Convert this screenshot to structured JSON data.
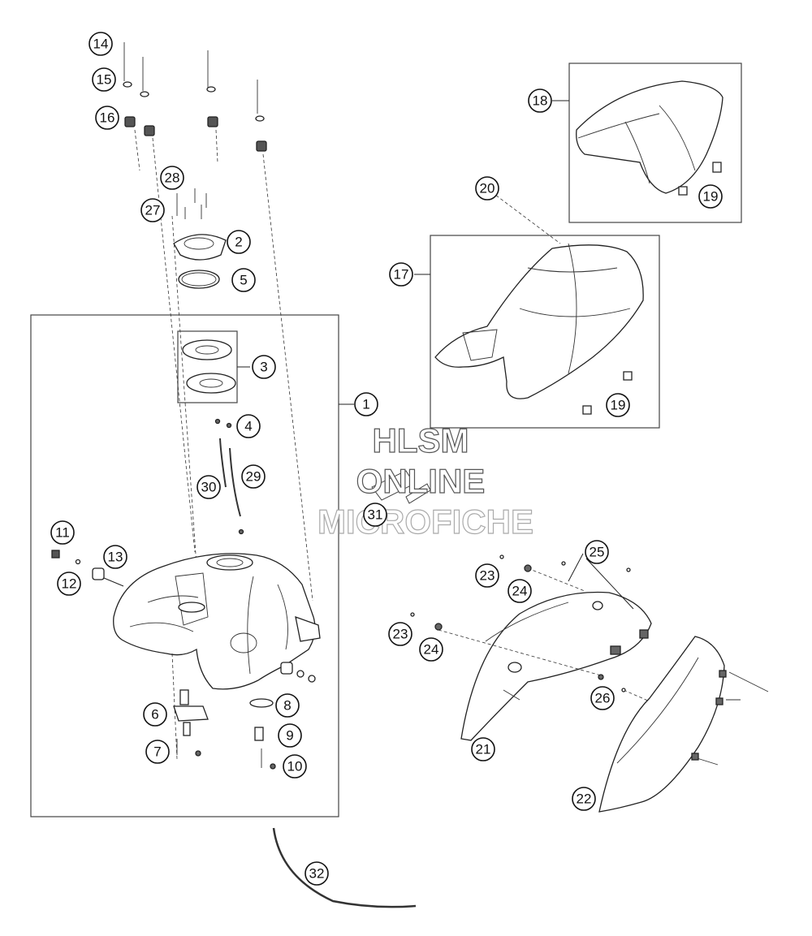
{
  "watermark": {
    "line1": "HLSM",
    "line2": "ONLINE",
    "line3": "MICROFICHE"
  },
  "callouts": [
    {
      "id": "14",
      "label": "14"
    },
    {
      "id": "15",
      "label": "15"
    },
    {
      "id": "16",
      "label": "16"
    },
    {
      "id": "28",
      "label": "28"
    },
    {
      "id": "27",
      "label": "27"
    },
    {
      "id": "2",
      "label": "2"
    },
    {
      "id": "5",
      "label": "5"
    },
    {
      "id": "3",
      "label": "3"
    },
    {
      "id": "1",
      "label": "1"
    },
    {
      "id": "4",
      "label": "4"
    },
    {
      "id": "30",
      "label": "30"
    },
    {
      "id": "29",
      "label": "29"
    },
    {
      "id": "11",
      "label": "11"
    },
    {
      "id": "13",
      "label": "13"
    },
    {
      "id": "12",
      "label": "12"
    },
    {
      "id": "6",
      "label": "6"
    },
    {
      "id": "7",
      "label": "7"
    },
    {
      "id": "8",
      "label": "8"
    },
    {
      "id": "9",
      "label": "9"
    },
    {
      "id": "10",
      "label": "10"
    },
    {
      "id": "32",
      "label": "32"
    },
    {
      "id": "18",
      "label": "18"
    },
    {
      "id": "19a",
      "label": "19"
    },
    {
      "id": "20",
      "label": "20"
    },
    {
      "id": "17",
      "label": "17"
    },
    {
      "id": "19b",
      "label": "19"
    },
    {
      "id": "31",
      "label": "31"
    },
    {
      "id": "25",
      "label": "25"
    },
    {
      "id": "23a",
      "label": "23"
    },
    {
      "id": "24a",
      "label": "24"
    },
    {
      "id": "23b",
      "label": "23"
    },
    {
      "id": "24b",
      "label": "24"
    },
    {
      "id": "26",
      "label": "26"
    },
    {
      "id": "21",
      "label": "21"
    },
    {
      "id": "22",
      "label": "22"
    }
  ]
}
